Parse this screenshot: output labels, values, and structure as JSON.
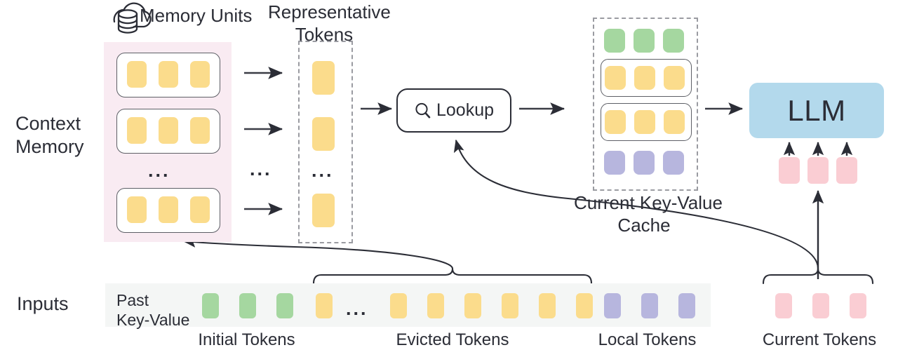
{
  "diagram": {
    "title_labels": {
      "memory_units": "Memory Units",
      "representative_tokens": "Representative\nTokens",
      "current_kv_cache": "Current Key-Value\nCache",
      "context_memory": "Context\nMemory",
      "inputs": "Inputs"
    },
    "lookup": {
      "label": "Lookup",
      "icon": "search-icon"
    },
    "llm": {
      "label": "LLM"
    },
    "memory_units": {
      "count_shown": 3,
      "tokens_per_unit": 3,
      "ellipsis": "...",
      "panel_color": "#f9ebf2",
      "token_color": "#fbdc8c"
    },
    "representative_tokens": {
      "tokens_shown": 3,
      "ellipsis": "...",
      "token_color": "#fbdc8c"
    },
    "arrow_column_ellipsis": "...",
    "kv_cache": {
      "rows": [
        {
          "name": "initial-tokens-row",
          "color": "#a5d7a0",
          "outlined": false,
          "count": 3
        },
        {
          "name": "retrieved-tokens-row-1",
          "color": "#fbdc8c",
          "outlined": true,
          "count": 3
        },
        {
          "name": "retrieved-tokens-row-2",
          "color": "#fbdc8c",
          "outlined": true,
          "count": 3
        },
        {
          "name": "local-tokens-row",
          "color": "#b7b6de",
          "outlined": false,
          "count": 3
        }
      ]
    },
    "current_tokens_into_llm": {
      "count": 3,
      "color": "#facdd3"
    },
    "inputs": {
      "past_key_value_label": "Past\nKey-Value",
      "strip_color": "#f4f6f5",
      "groups": [
        {
          "name": "initial-tokens",
          "caption": "Initial Tokens",
          "color": "#a5d7a0",
          "count": 3,
          "ellipsis": false
        },
        {
          "name": "evicted-tokens",
          "caption": "Evicted Tokens",
          "color": "#fbdc8c",
          "count": 7,
          "ellipsis": true
        },
        {
          "name": "local-tokens",
          "caption": "Local Tokens",
          "color": "#b7b6de",
          "count": 3,
          "ellipsis": false
        },
        {
          "name": "current-tokens",
          "caption": "Current Tokens",
          "color": "#facdd3",
          "count": 3,
          "ellipsis": false
        }
      ],
      "ellipsis": "..."
    },
    "colors": {
      "yellow": "#fbdc8c",
      "green": "#a5d7a0",
      "purple": "#b7b6de",
      "pink": "#facdd3",
      "llm_blue": "#b3d9ec",
      "memory_pink_panel": "#f9ebf2",
      "input_strip_gray": "#f4f6f5",
      "stroke": "#2b2d36",
      "dashed_stroke": "#9a9ba1"
    }
  }
}
